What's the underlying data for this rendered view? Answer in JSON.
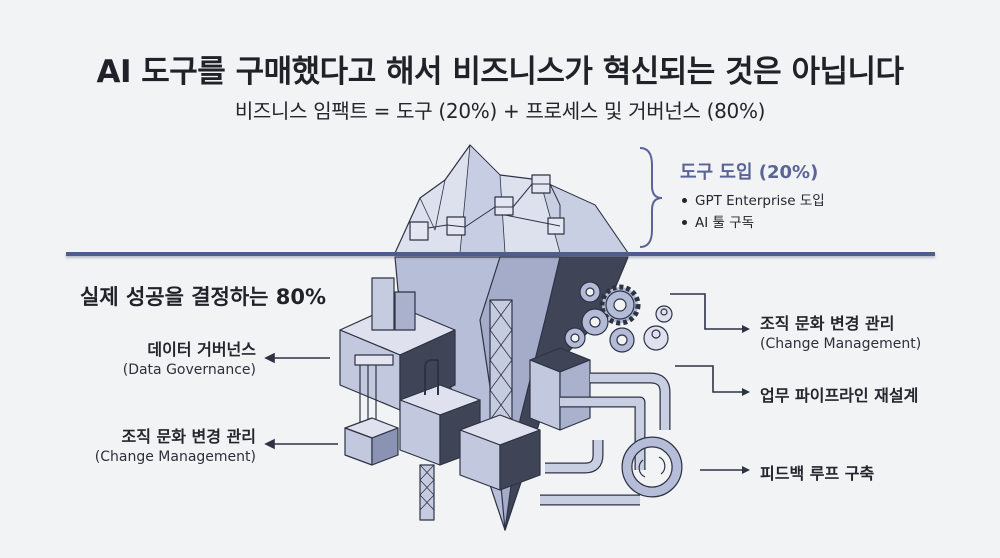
{
  "header": {
    "title": "AI 도구를 구매했다고 해서 비즈니스가 혁신되는 것은 아닙니다",
    "subtitle": "비즈니스 임팩트 = 도구 (20%) + 프로세스 및 거버넌스 (80%)"
  },
  "above_water": {
    "title": "도구 도입 (20%)",
    "items": [
      "GPT Enterprise 도입",
      "AI 툴 구독"
    ]
  },
  "below_water": {
    "title": "실제 성공을 결정하는 80%",
    "left_labels": [
      {
        "ko": "데이터 거버넌스",
        "en": "(Data Governance)"
      },
      {
        "ko": "조직 문화 변경 관리",
        "en": "(Change Management)"
      }
    ],
    "right_labels": [
      {
        "ko": "조직 문화 변경 관리",
        "en": "(Change Management)"
      },
      {
        "ko": "업무 파이프라인 재설계",
        "en": ""
      },
      {
        "ko": "피드백 루프 구축",
        "en": ""
      }
    ]
  },
  "colors": {
    "background": "#f1f3f5",
    "waterline": "#4e5d8c",
    "accent": "#5a6496",
    "ice_light": "#dfe3ef",
    "ice_mid": "#b3bbd6",
    "ice_dark": "#3d4253"
  }
}
